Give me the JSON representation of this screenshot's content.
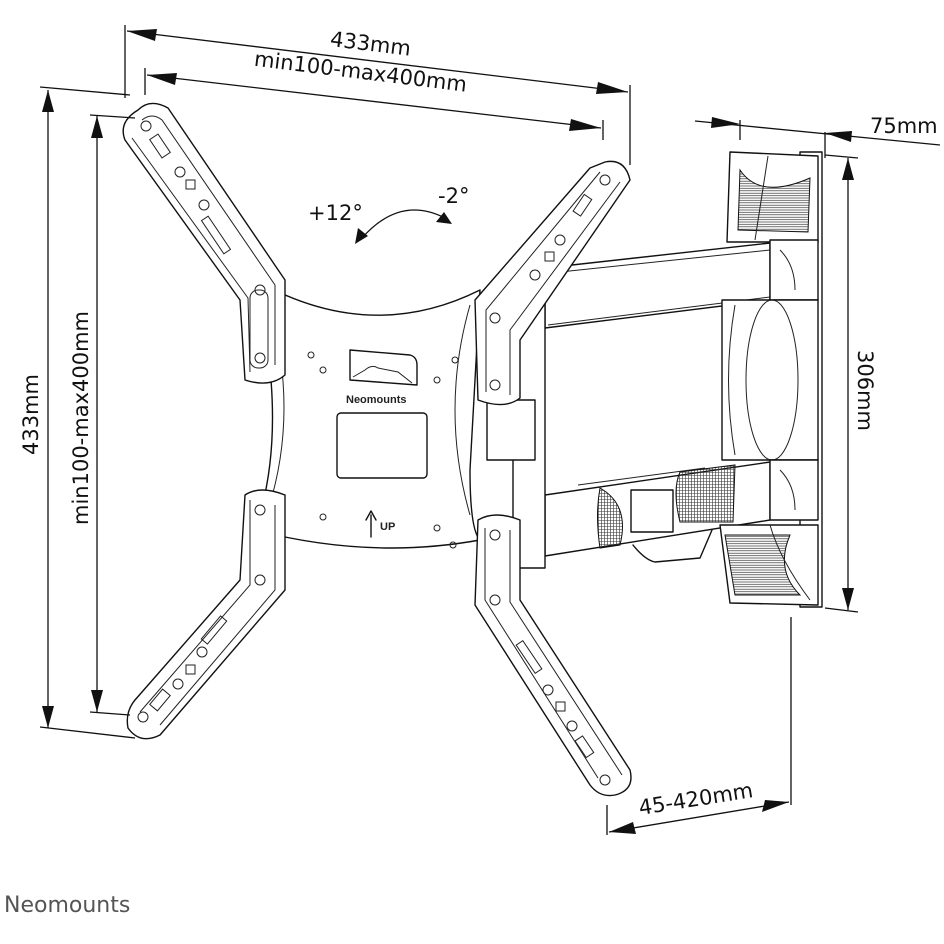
{
  "diagram": {
    "title": "TV wall mount dimension drawing",
    "dimensions": {
      "plate_width": "433mm",
      "vesa_horizontal": "min100-max400mm",
      "plate_height": "433mm",
      "vesa_vertical": "min100-max400mm",
      "wall_plate_depth": "75mm",
      "wall_plate_height": "306mm",
      "wall_distance": "45-420mm"
    },
    "tilt": {
      "up": "+12°",
      "down": "-2°"
    },
    "plate_labels": {
      "brand": "Neomounts",
      "direction": "UP"
    },
    "brand_logo": "Neomounts",
    "colors": {
      "line": "#111111",
      "background": "#ffffff",
      "logo": "#555555"
    }
  }
}
